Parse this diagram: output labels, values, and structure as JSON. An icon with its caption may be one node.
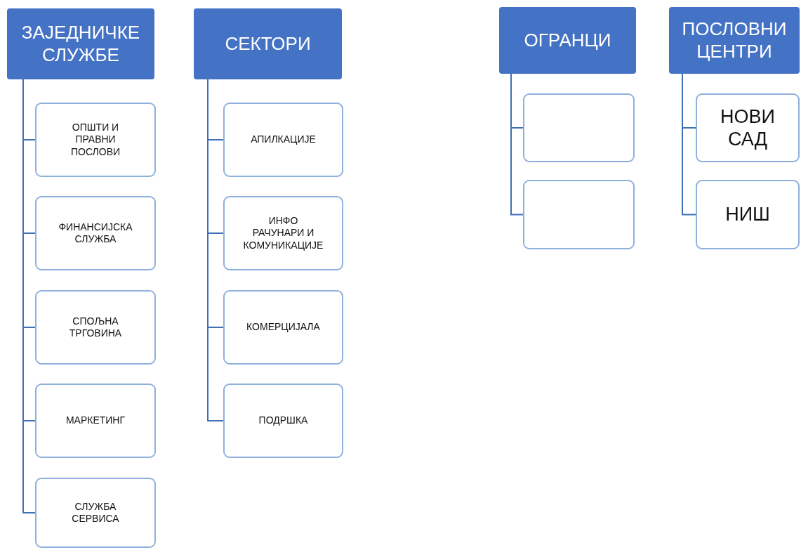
{
  "diagram": {
    "nodes": [
      {
        "text": [
          "ЗАЈЕДНИЧКЕ СЛУЖБЕ"
        ]
      },
      {
        "text": [
          "ОПШТИ И ПРАВНИ ПОСЛОВИ"
        ]
      },
      {
        "text": [
          "ФИНАНСИЈСКА СЛУЖБА"
        ]
      },
      {
        "text": [
          "СПОЉНА ТРГОВИНА"
        ]
      },
      {
        "text": [
          "МАРКЕТИНГ"
        ]
      },
      {
        "text": [
          "СЛУЖБА СЕРВИСА"
        ]
      },
      {
        "text": [
          "СЕКТОРИ"
        ]
      },
      {
        "text": [
          "АПИЛКАЦИЈЕ"
        ]
      },
      {
        "text": [
          "ИНФО РАЧУНАРИ И КОМУНИКАЦИЈЕ"
        ]
      },
      {
        "text": [
          "КОМЕРЦИЈАЛА"
        ]
      },
      {
        "text": [
          "ПОДРШКА"
        ]
      },
      {
        "text": [
          "ОГРАНЦИ"
        ]
      },
      {
        "text": [],
        "shape": "box"
      },
      {
        "text": [],
        "shape": "box"
      },
      {
        "text": [
          "ПОСЛОВНИ ЦЕНТРИ"
        ]
      },
      {
        "text": [
          "НОВИ САД"
        ]
      },
      {
        "text": [
          "НИШ"
        ]
      }
    ],
    "edges": [
      {
        "from": 0,
        "to": 1,
        "arrow": "none"
      },
      {
        "from": 0,
        "to": 2,
        "arrow": "none"
      },
      {
        "from": 0,
        "to": 3,
        "arrow": "none"
      },
      {
        "from": 0,
        "to": 4,
        "arrow": "none"
      },
      {
        "from": 0,
        "to": 5,
        "arrow": "none"
      },
      {
        "from": 6,
        "to": 7,
        "arrow": "none"
      },
      {
        "from": 6,
        "to": 8,
        "arrow": "none"
      },
      {
        "from": 6,
        "to": 9,
        "arrow": "none"
      },
      {
        "from": 6,
        "to": 10,
        "arrow": "none"
      },
      {
        "from": 11,
        "to": 12,
        "arrow": "none"
      },
      {
        "from": 11,
        "to": 13,
        "arrow": "none"
      },
      {
        "from": 14,
        "to": 15,
        "arrow": "none"
      },
      {
        "from": 14,
        "to": 16,
        "arrow": "none"
      }
    ]
  }
}
